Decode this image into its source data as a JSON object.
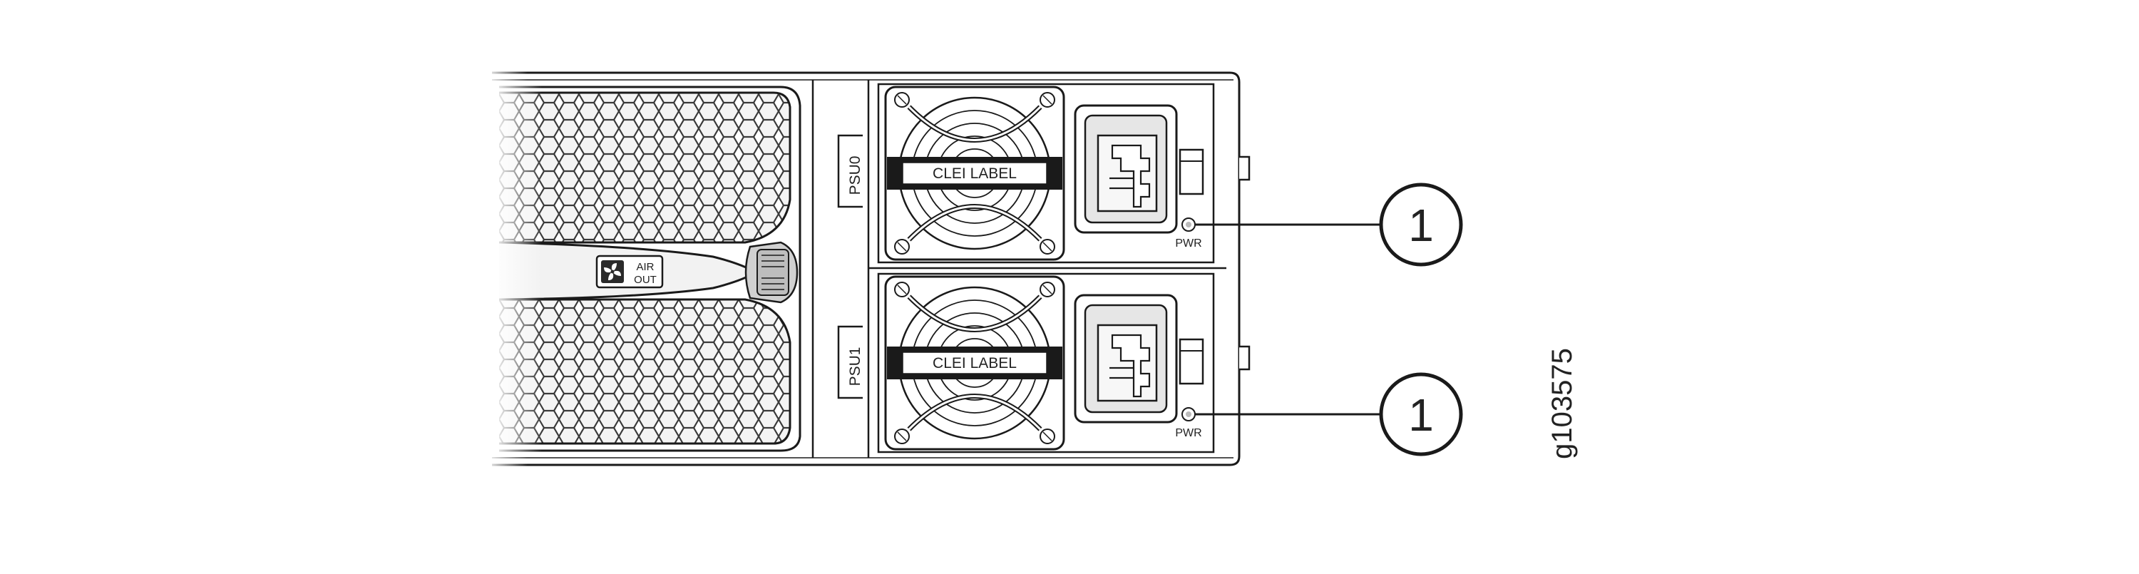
{
  "chassis": {
    "fan_tray": {
      "air_icon": "fan-icon",
      "air_text_line1": "AIR",
      "air_text_line2": "OUT"
    },
    "psus": [
      {
        "slot_label": "PSU0",
        "clei_label": "CLEI LABEL",
        "led_label": "PWR"
      },
      {
        "slot_label": "PSU1",
        "clei_label": "CLEI LABEL",
        "led_label": "PWR"
      }
    ]
  },
  "callouts": [
    {
      "number": "1"
    },
    {
      "number": "1"
    }
  ],
  "figure_id": "g103575",
  "colors": {
    "stroke": "#1a1a1a",
    "panel": "#f2f2f2",
    "panel_dark": "#d8d8d8",
    "handle": "#c8c8c8"
  }
}
